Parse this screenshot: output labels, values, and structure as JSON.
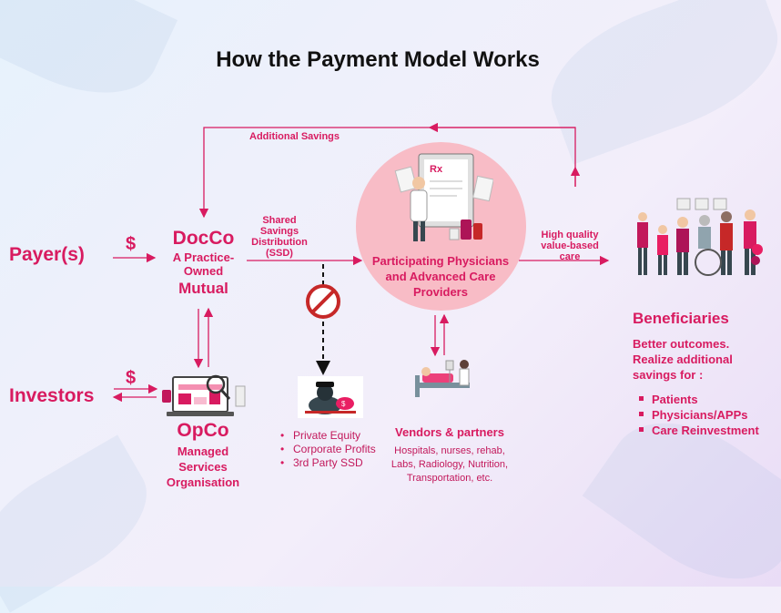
{
  "title": "How the Payment Model Works",
  "nodes": {
    "payers": "Payer(s)",
    "investors": "Investors",
    "dollar": "$",
    "docco_title": "DocCo",
    "docco_sub": "A Practice-Owned",
    "docco_mutual": "Mutual",
    "opco_title": "OpCo",
    "opco_sub": "Managed Services Organisation",
    "physicians": "Participating Physicians and  Advanced Care Providers",
    "vendors_title": "Vendors & partners",
    "vendors_list": "Hospitals, nurses, rehab, Labs, Radiology, Nutrition, Transportation, etc.",
    "beneficiaries_title": "Beneficiaries",
    "beneficiaries_sub": "Better outcomes. Realize additional savings for :"
  },
  "labels": {
    "additional_savings": "Additional Savings",
    "ssd": "Shared Savings Distribution (SSD)",
    "high_quality": "High quality value-based care"
  },
  "excluded": [
    "Private Equity",
    "Corporate Profits",
    "3rd Party SSD"
  ],
  "beneficiaries": [
    "Patients",
    "Physicians/APPs",
    "Care Reinvestment"
  ],
  "colors": {
    "accent": "#d81b60",
    "circle": "#f8bcc6",
    "title": "#111111"
  }
}
